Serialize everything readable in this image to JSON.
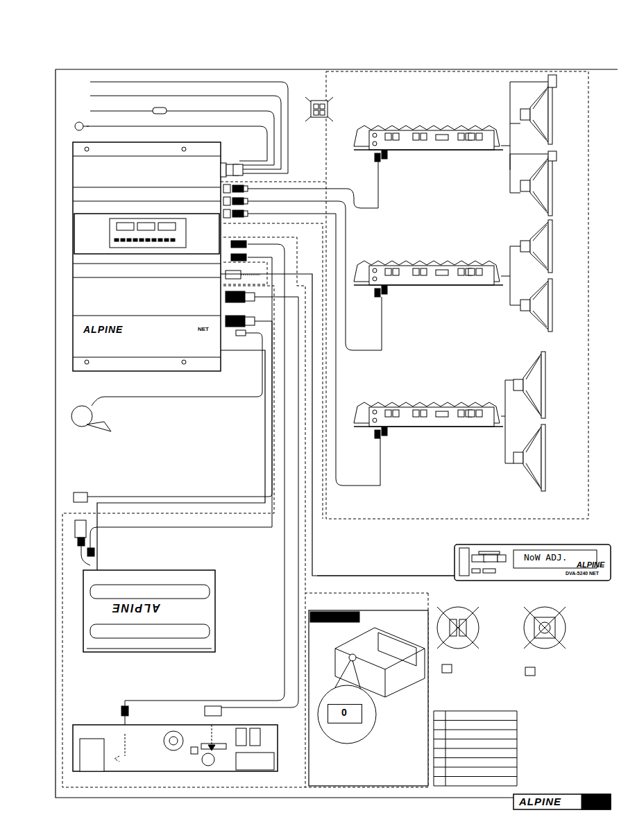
{
  "diagram": {
    "nodes": [
      {
        "text": [
          "ALPINE",
          "NET"
        ]
      },
      {
        "text": [
          "ALPINE"
        ]
      },
      {
        "text": [
          "NoW ADJ.",
          "DVA-5240",
          "NET",
          "ALPINE"
        ]
      },
      {
        "text": [
          "0"
        ]
      }
    ],
    "edges": [
      {
        "from": 0,
        "to": 2,
        "arrow": "none"
      },
      {
        "from": 0,
        "to": 1,
        "arrow": "none"
      }
    ],
    "labels": [
      "ALPINE"
    ]
  }
}
